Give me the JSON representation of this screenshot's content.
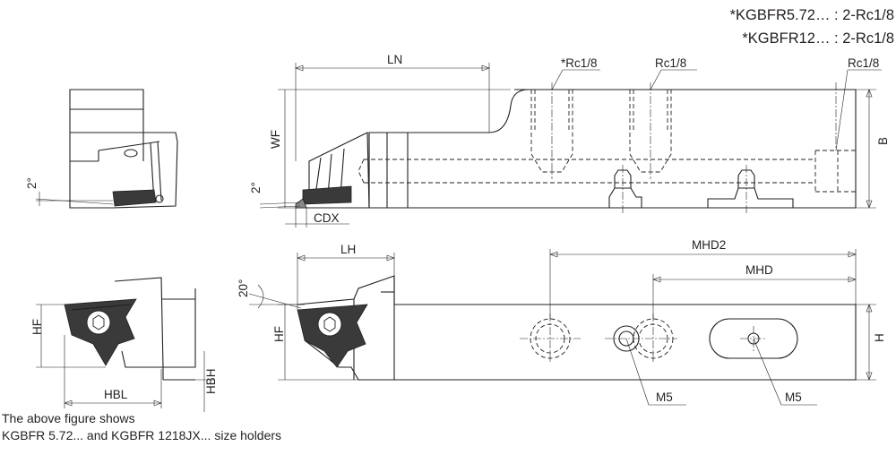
{
  "notes": {
    "line1": "*KGBFR5.72… : 2-Rc1/8",
    "line2": "*KGBFR12… : 2-Rc1/8"
  },
  "labels": {
    "ln": "LN",
    "wf": "WF",
    "cdx": "CDX",
    "b": "B",
    "rc_star": "*Rc1/8",
    "rc_mid": "Rc1/8",
    "rc_right": "Rc1/8",
    "angle_left_top": "2°",
    "angle_side_top": "2°",
    "lh": "LH",
    "mhd2": "MHD2",
    "mhd": "MHD",
    "angle_20": "20°",
    "hf_left": "HF",
    "hf_main": "HF",
    "hbl": "HBL",
    "hbh": "HBH",
    "h": "H",
    "m5_left": "M5",
    "m5_right": "M5"
  },
  "caption": {
    "line1": "The above figure shows",
    "line2": "KGBFR 5.72... and KGBFR 1218JX... size holders"
  }
}
